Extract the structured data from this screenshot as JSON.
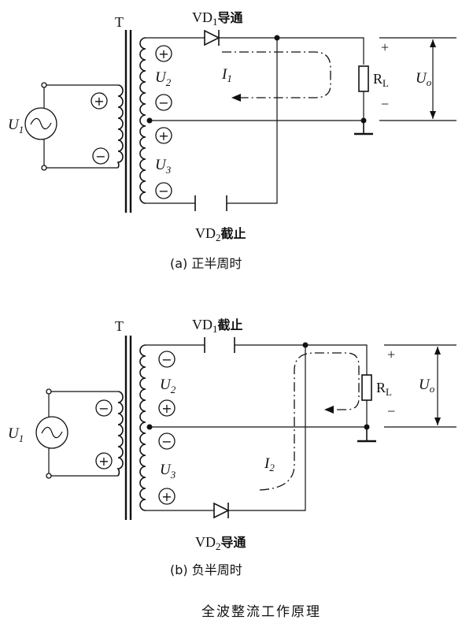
{
  "diagram_a": {
    "transformer_label": "T",
    "source_label": "U",
    "source_sub": "1",
    "primary_top_sign": "+",
    "primary_bottom_sign": "−",
    "upper_winding_label": "U",
    "upper_winding_sub": "2",
    "lower_winding_label": "U",
    "lower_winding_sub": "3",
    "upper_signs": [
      "+",
      "−"
    ],
    "lower_signs": [
      "+",
      "−"
    ],
    "diode1_name": "VD",
    "diode1_sub": "1",
    "diode1_state": "导通",
    "diode2_name": "VD",
    "diode2_sub": "2",
    "diode2_state": "截止",
    "current_label": "I",
    "current_sub": "1",
    "load_label": "R",
    "load_sub": "L",
    "output_label": "U",
    "output_sub": "o",
    "out_plus": "+",
    "out_minus": "−",
    "caption": "(a)  正半周时"
  },
  "diagram_b": {
    "transformer_label": "T",
    "source_label": "U",
    "source_sub": "1",
    "primary_top_sign": "−",
    "primary_bottom_sign": "+",
    "upper_winding_label": "U",
    "upper_winding_sub": "2",
    "lower_winding_label": "U",
    "lower_winding_sub": "3",
    "upper_signs": [
      "−",
      "+"
    ],
    "lower_signs": [
      "−",
      "+"
    ],
    "diode1_name": "VD",
    "diode1_sub": "1",
    "diode1_state": "截止",
    "diode2_name": "VD",
    "diode2_sub": "2",
    "diode2_state": "导通",
    "current_label": "I",
    "current_sub": "2",
    "load_label": "R",
    "load_sub": "L",
    "output_label": "U",
    "output_sub": "o",
    "out_plus": "+",
    "out_minus": "−",
    "caption": "(b)  负半周时"
  },
  "figure_title": "全波整流工作原理"
}
